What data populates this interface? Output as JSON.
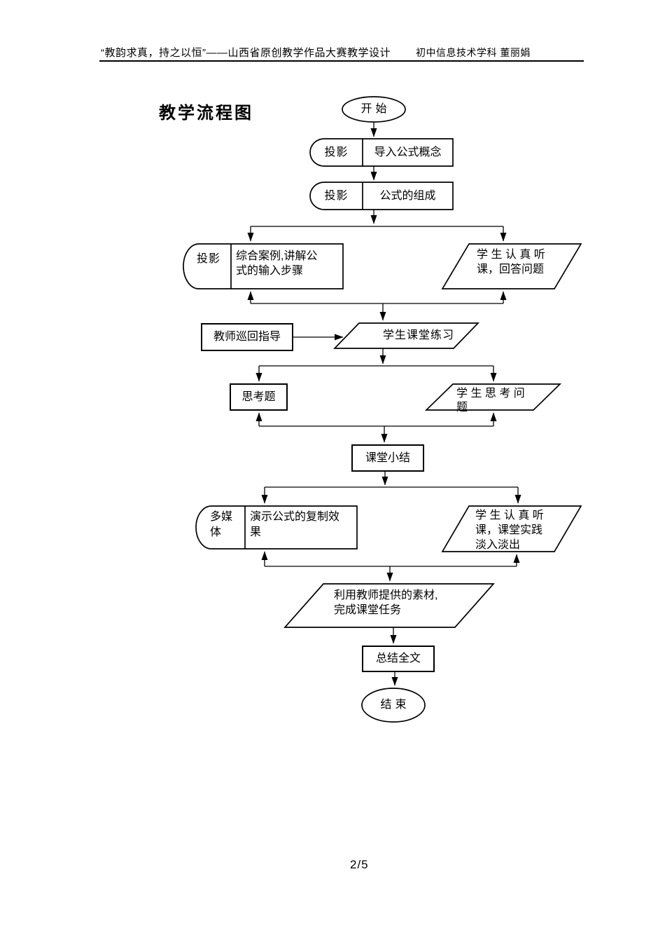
{
  "page": {
    "header_left": "“教韵求真，持之以恒”——山西省原创教学作品大赛教学设计",
    "header_right": "初中信息技术学科 董丽娟",
    "title": "教学流程图",
    "page_number": "2/5"
  },
  "flowchart": {
    "start": "开始",
    "end": "结束",
    "nodes": {
      "intro": {
        "tag": "投影",
        "text": "导入公式概念"
      },
      "composition": {
        "tag": "投影",
        "text": "公式的组成"
      },
      "case": {
        "tag": "投影",
        "text": "综合案例,讲解公\n式的输入步骤"
      },
      "listen1": {
        "text": "学 生 认 真 听\n课，回答问题"
      },
      "teacher_guide": {
        "text": "教师巡回指导"
      },
      "practice": {
        "text": "学生课堂练习"
      },
      "think_question": {
        "text": "思考题"
      },
      "student_think": {
        "text": "学 生 思 考 问\n题"
      },
      "summary": {
        "text": "课堂小结"
      },
      "multimedia": {
        "tag": "多媒\n体",
        "text": "演示公式的复制效\n果"
      },
      "listen2": {
        "text": "学 生 认 真 听\n课，课堂实践\n淡入淡出"
      },
      "task": {
        "text": "利用教师提供的素材,\n完成课堂任务"
      },
      "conclude": {
        "text": "总结全文"
      }
    }
  }
}
